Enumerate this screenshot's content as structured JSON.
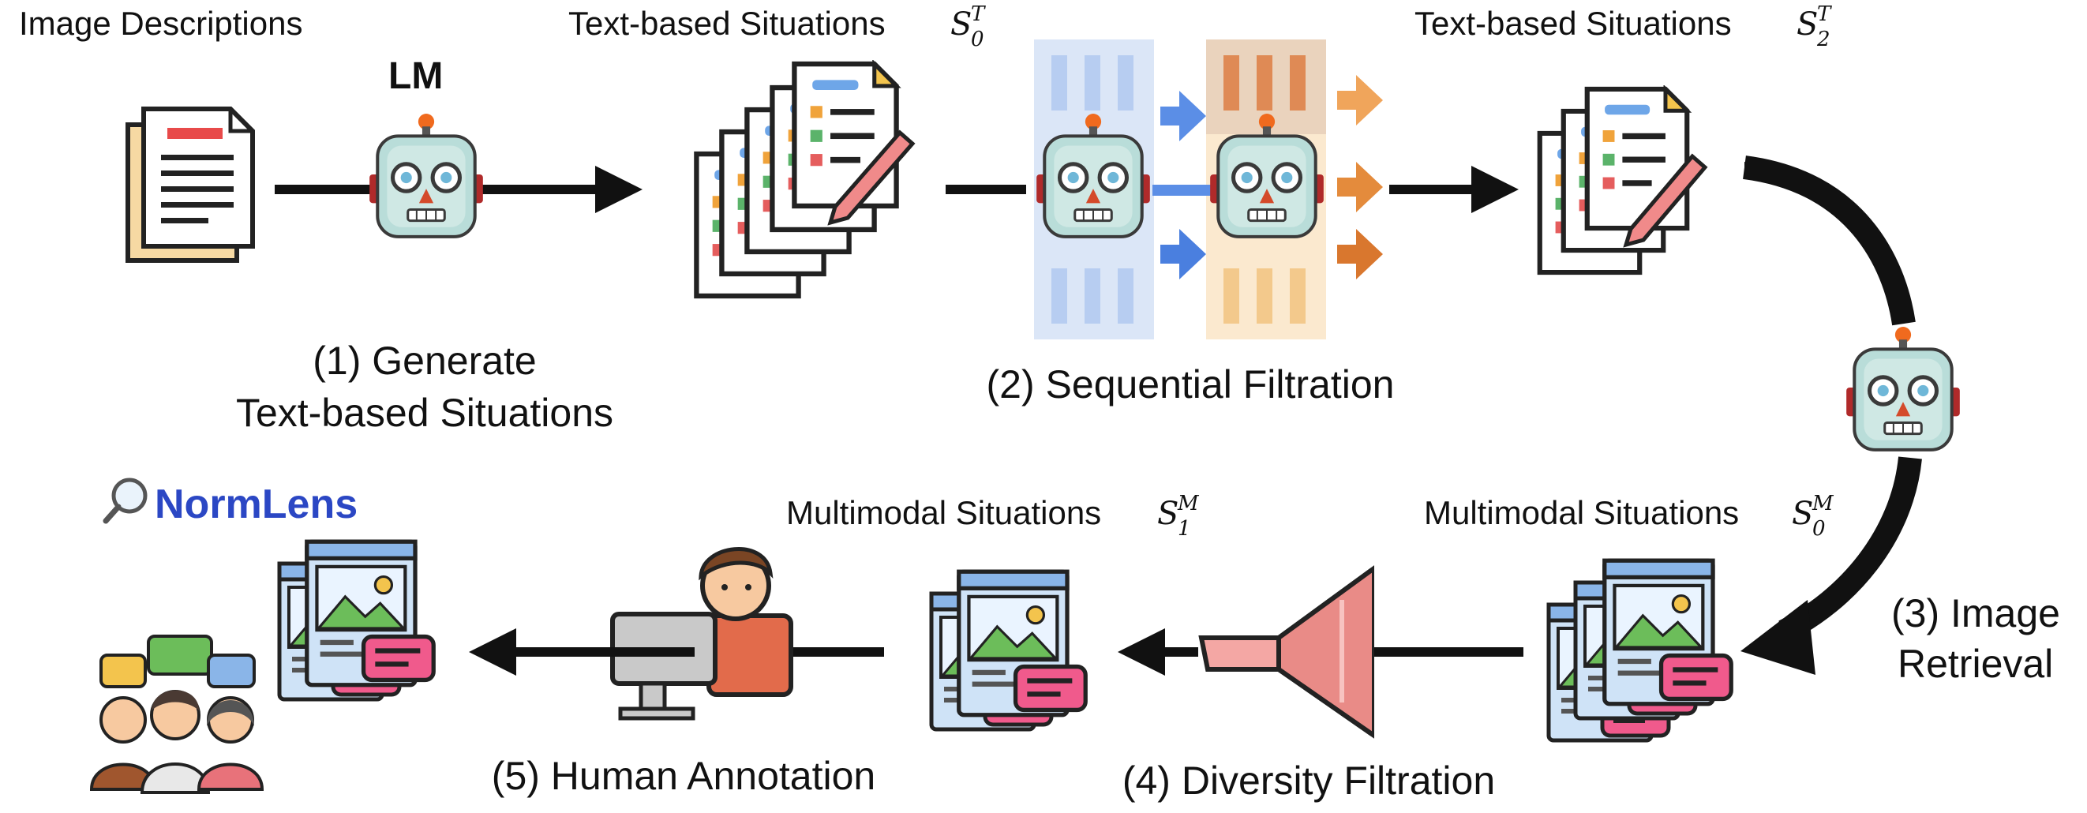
{
  "labels": {
    "image_descriptions": "Image Descriptions",
    "lm": "LM",
    "text_based_situations": "Text-based Situations",
    "s0t": {
      "base": "S",
      "sub": "0",
      "sup": "T"
    },
    "s2t": {
      "base": "S",
      "sub": "2",
      "sup": "T"
    },
    "multimodal_situations": "Multimodal Situations",
    "s1m": {
      "base": "S",
      "sub": "1",
      "sup": "M"
    },
    "s0m": {
      "base": "S",
      "sub": "0",
      "sup": "M"
    },
    "brand": "NormLens"
  },
  "steps": {
    "generate_line1": "(1) Generate",
    "generate_line2": "Text-based Situations",
    "sequential_filtration": "(2) Sequential Filtration",
    "image_line1": "(3) Image",
    "image_line2": "Retrieval",
    "diversity_filtration": "(4) Diversity Filtration",
    "human_annotation": "(5) Human Annotation"
  },
  "colors": {
    "robot_face": "#b9ddd9",
    "robot_dark": "#3a3a3a",
    "blue_panel": "#dbe6f7",
    "orange_panel": "#fbe9cf",
    "blue_arrow": "#5b8ee6",
    "orange_arrow": "#e48b3c",
    "funnel": "#f4a7a4",
    "brand": "#2b47c4"
  },
  "icons": {
    "documents": "document-stack-icon",
    "robot": "robot-icon",
    "checklist": "checklist-stack-icon",
    "multimodal": "multimodal-card-icon",
    "funnel": "funnel-icon",
    "annotator": "annotator-at-computer-icon",
    "group": "people-group-icon",
    "magnifier": "magnifier-icon"
  }
}
